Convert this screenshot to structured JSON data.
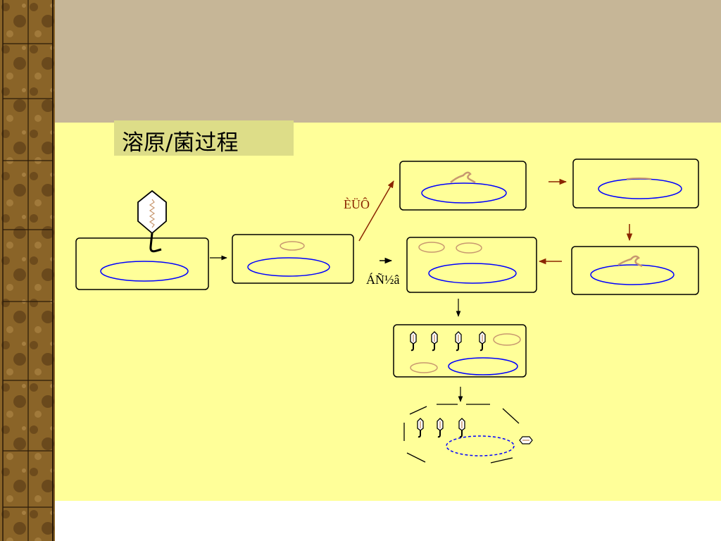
{
  "slide": {
    "title": "溶原/菌过程"
  },
  "diagram": {
    "label_lysogenic": "ÈÜÔ­",
    "label_lytic": "ÁÑ½â"
  },
  "colors": {
    "stripe_wood": "#6b4a1c",
    "header": "#c6b697",
    "content": "#ffff99",
    "title_box": "#dddd88",
    "bacterial_chromosome": "#0000ff",
    "phage_dna": "#c89870",
    "brown_arrow": "#8b2500",
    "black_arrow": "#000000"
  }
}
